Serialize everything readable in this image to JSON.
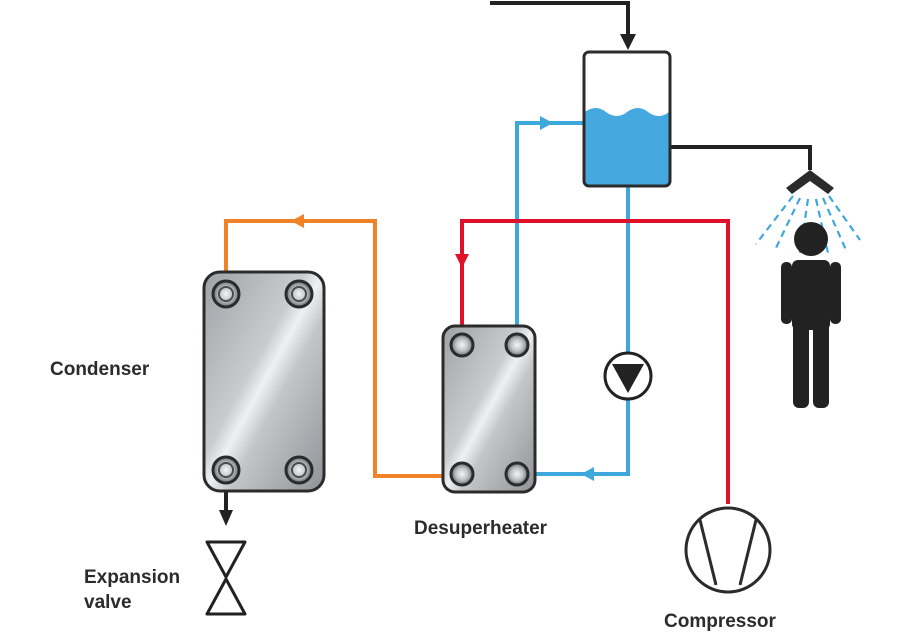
{
  "labels": {
    "condenser": "Condenser",
    "desuperheater": "Desuperheater",
    "expansion_line1": "Expansion",
    "expansion_line2": "valve",
    "compressor": "Compressor"
  },
  "colors": {
    "hot_gas": "#e0102a",
    "warm_line": "#f08228",
    "water": "#3ea8dd",
    "water_fill": "#45a9df",
    "black_line": "#222222",
    "plate_dark": "#9ea2a6",
    "plate_light": "#dcdfe1",
    "outline": "#2b2b2b"
  },
  "icons": [
    "condenser-plate",
    "desuperheater-plate",
    "pump-icon",
    "compressor-icon",
    "expansion-valve-icon",
    "water-tank",
    "shower-head-icon",
    "person-icon"
  ]
}
